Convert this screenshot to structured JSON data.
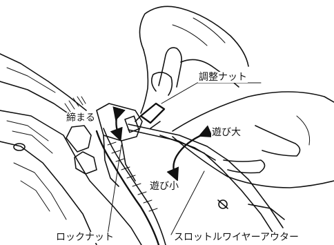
{
  "labels": {
    "adjust_nut": "調整ナット",
    "tighten": "締まる",
    "play_large": "遊び大",
    "play_small": "遊び小",
    "lock_nut": "ロックナット",
    "throttle_wire_outer": "スロットルワイヤーアウター"
  }
}
